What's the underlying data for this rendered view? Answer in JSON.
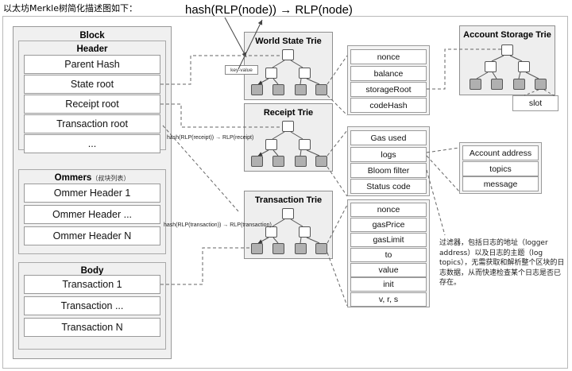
{
  "page": {
    "intro_text": "以太坊Merkle树简化描述图如下：",
    "top_formula": "hash(RLP(node)) → RLP(node)",
    "kv_label": "key-value"
  },
  "colors": {
    "panel_bg": "#f0f0f0",
    "trie_bg": "#eeeeee",
    "field_bg": "#ffffff",
    "leaf_node": "#b0b0b0",
    "border": "#999999",
    "frame": "#b9b9b9"
  },
  "block": {
    "title": "Block",
    "header": {
      "title": "Header",
      "fields": [
        "Parent Hash",
        "State root",
        "Receipt root",
        "Transaction root",
        "..."
      ]
    },
    "ommers": {
      "title": "Ommers",
      "subtitle": "（叔块列表）",
      "fields": [
        "Ommer Header 1",
        "Ommer Header ...",
        "Ommer Header N"
      ]
    },
    "body": {
      "title": "Body",
      "fields": [
        "Transaction 1",
        "Transaction ...",
        "Transaction N"
      ]
    }
  },
  "tries": [
    {
      "name": "world-state-trie",
      "title": "World State Trie"
    },
    {
      "name": "receipt-trie",
      "title": "Receipt Trie"
    },
    {
      "name": "transaction-trie",
      "title": "Transaction Trie"
    }
  ],
  "account_storage_trie": {
    "title": "Account Storage Trie",
    "slot_label": "slot"
  },
  "account_state": {
    "fields": [
      "nonce",
      "balance",
      "storageRoot",
      "codeHash"
    ]
  },
  "receipt": {
    "fields": [
      "Gas used",
      "logs",
      "Bloom filter",
      "Status code"
    ]
  },
  "log_entry": {
    "fields": [
      "Account address",
      "topics",
      "message"
    ]
  },
  "transaction": {
    "fields": [
      "nonce",
      "gasPrice",
      "gasLimit",
      "to",
      "value",
      "init",
      "v, r, s"
    ]
  },
  "edge_labels": {
    "receipt": "hash(RLP(receipt)) → RLP(receipt)",
    "transaction": "hash(RLP(transaction)) → RLP(transaction)"
  },
  "notes": {
    "bloom_note": "过滤器，包括日志的地址（logger address）以及日志的主题（log topics），无需获取和解析整个区块的日志数据，从而快速检查某个日志是否已存在。"
  }
}
